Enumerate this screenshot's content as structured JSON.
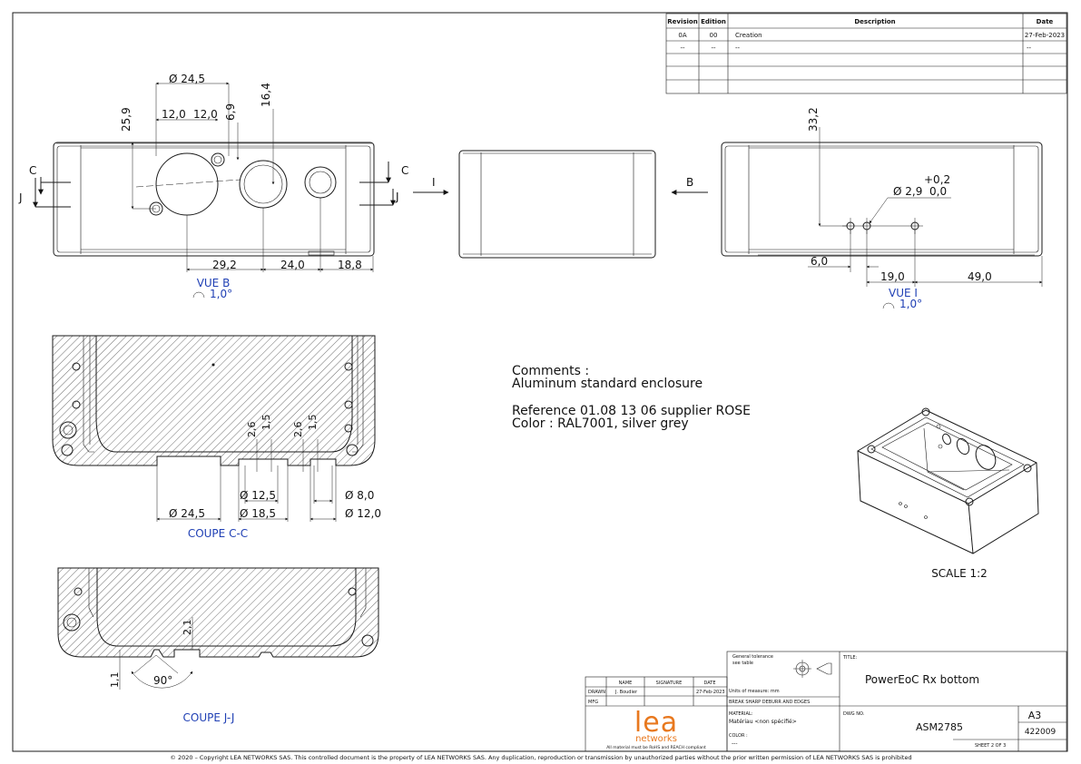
{
  "revision_table": {
    "headers": [
      "Revision",
      "Edition",
      "Description",
      "Date"
    ],
    "rows": [
      [
        "0A",
        "00",
        "Creation",
        "27-Feb-2023"
      ],
      [
        "--",
        "--",
        "--",
        "--"
      ]
    ]
  },
  "view_front": {
    "dims": {
      "d245": "Ø 24,5",
      "v259": "25,9",
      "h120a": "12,0",
      "h120b": "12,0",
      "v69": "6,9",
      "v164": "16,4",
      "h292": "29,2",
      "h240": "24,0",
      "h188": "18,8"
    },
    "section_c": "C",
    "section_j": "J",
    "label": "VUE B",
    "angle": "1,0°"
  },
  "view_middle": {
    "arrow_i": "I",
    "arrow_b": "B"
  },
  "view_right": {
    "dims": {
      "v332": "33,2",
      "tol_plus": "+0,2",
      "d29": "Ø 2,9",
      "tol_zero": "0,0",
      "h60": "6,0",
      "h190": "19,0",
      "h490": "49,0"
    },
    "label": "VUE I",
    "angle": "1,0°"
  },
  "comments": {
    "line1": "Comments :",
    "line2": "Aluminum standard enclosure",
    "line3": "Reference  01.08 13 06 supplier ROSE",
    "line4": "Color : RAL7001, silver grey"
  },
  "section_cc": {
    "dims": {
      "v26a": "2,6",
      "v15a": "1,5",
      "v26b": "2,6",
      "v15b": "1,5",
      "d125": "Ø 12,5",
      "d80": "Ø 8,0",
      "d245": "Ø 24,5",
      "d185": "Ø 18,5",
      "d120": "Ø 12,0"
    },
    "label": "COUPE C-C"
  },
  "section_jj": {
    "dims": {
      "v21": "2,1",
      "v11": "1,1",
      "a90": "90°"
    },
    "label": "COUPE J-J"
  },
  "iso_view": {
    "scale": "SCALE 1:2"
  },
  "title_block": {
    "headers": [
      "NAME",
      "SIGNATURE",
      "DATE"
    ],
    "drawn_label": "DRAWN",
    "drawn_name": "J. Boudier",
    "drawn_date": "27-Feb-2023",
    "mfg_label": "MFG",
    "tolerance_line1": "General tolerance",
    "tolerance_line2": "see table",
    "units": "Units of measure: mm",
    "breaks": "BREAK SHARP DEBURR AND EDGES",
    "material_label": "MATERIAL:",
    "material_value": "Matériau <non spécifié>",
    "color_label": "COLOR :",
    "color_value": "---",
    "logo_word": "lea",
    "logo_sub": "networks",
    "compliance": "All material must be RoHS and REACH compliant",
    "title_label": "TITLE:",
    "title_value": "PowerEoC Rx bottom",
    "dwg_label": "DWG NO.",
    "dwg_value": "ASM2785",
    "size": "A3",
    "code": "422009",
    "sheet": "SHEET 2 OF 3"
  },
  "footer": "© 2020 – Copyright LEA NETWORKS SAS. This controlled document is the property of LEA NETWORKS SAS. Any duplication, reproduction or transmission by unauthorized parties without the prior written permission of LEA NETWORKS SAS is prohibited"
}
